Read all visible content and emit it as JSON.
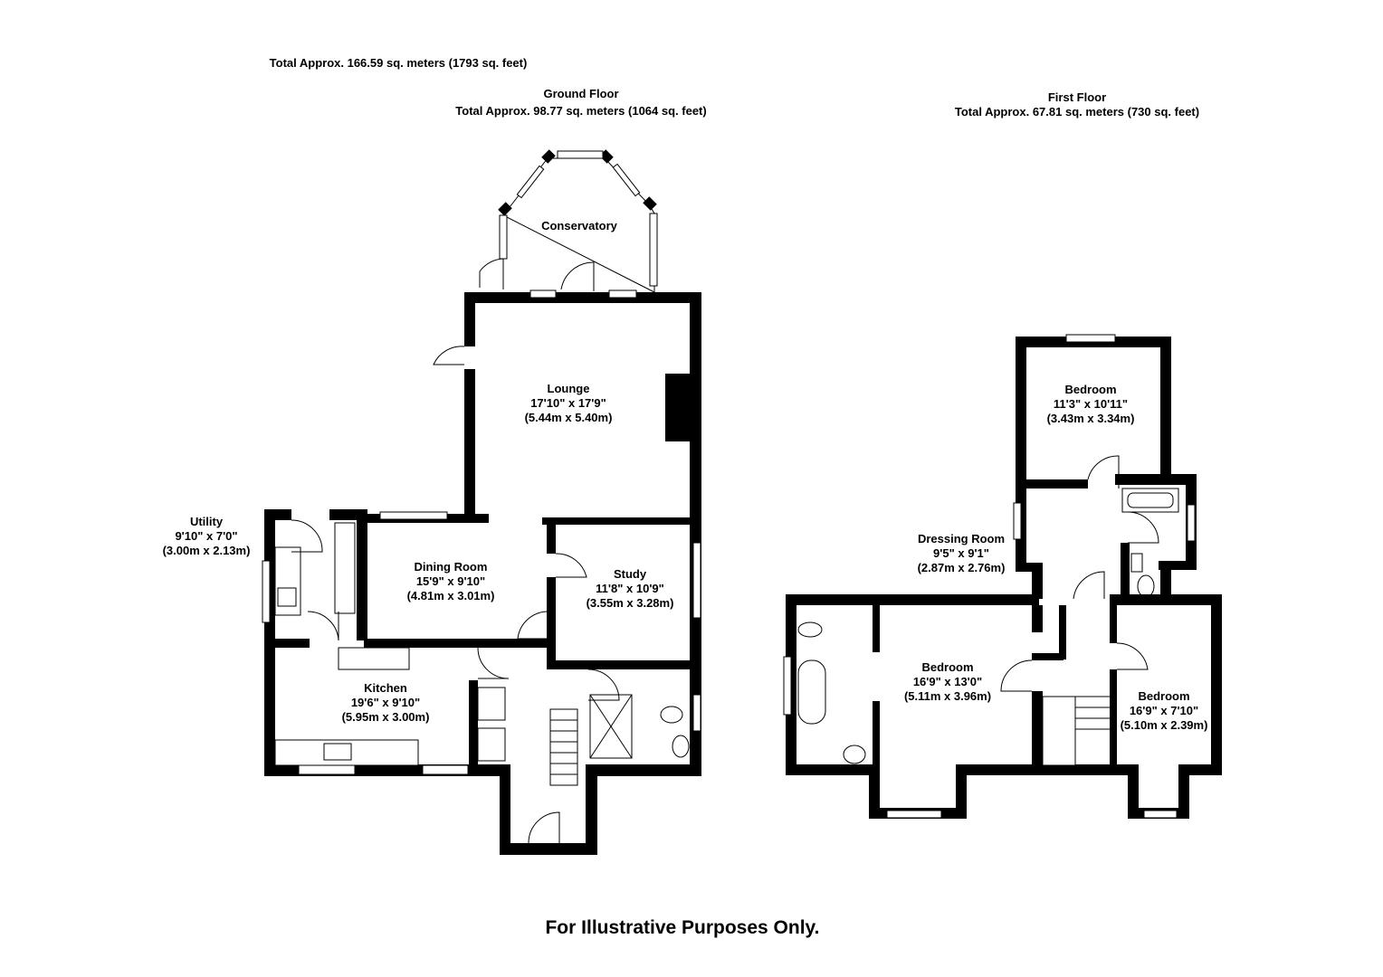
{
  "total": "Total Approx. 166.59 sq. meters (1793 sq. feet)",
  "ground_floor": {
    "title": "Ground Floor",
    "area": "Total Approx. 98.77 sq. meters (1064 sq. feet)",
    "rooms": {
      "conservatory": {
        "name": "Conservatory"
      },
      "lounge": {
        "name": "Lounge",
        "imperial": "17'10\" x 17'9\"",
        "metric": "(5.44m x 5.40m)"
      },
      "utility": {
        "name": "Utility",
        "imperial": "9'10\" x 7'0\"",
        "metric": "(3.00m x 2.13m)"
      },
      "dining": {
        "name": "Dining Room",
        "imperial": "15'9\" x 9'10\"",
        "metric": "(4.81m x 3.01m)"
      },
      "study": {
        "name": "Study",
        "imperial": "11'8\" x 10'9\"",
        "metric": "(3.55m x 3.28m)"
      },
      "kitchen": {
        "name": "Kitchen",
        "imperial": "19'6\" x 9'10\"",
        "metric": "(5.95m x 3.00m)"
      }
    }
  },
  "first_floor": {
    "title": "First  Floor",
    "area": "Total Approx. 67.81 sq. meters (730 sq. feet)",
    "rooms": {
      "bedroom1": {
        "name": "Bedroom",
        "imperial": "11'3\" x 10'11\"",
        "metric": "(3.43m x 3.34m)"
      },
      "dressing": {
        "name": "Dressing Room",
        "imperial": "9'5\" x 9'1\"",
        "metric": "(2.87m x 2.76m)"
      },
      "bedroom2": {
        "name": "Bedroom",
        "imperial": "16'9\" x 13'0\"",
        "metric": "(5.11m x 3.96m)"
      },
      "bedroom3": {
        "name": "Bedroom",
        "imperial": "16'9\" x 7'10\"",
        "metric": "(5.10m x 2.39m)"
      }
    }
  },
  "footer": "For Illustrative Purposes Only."
}
